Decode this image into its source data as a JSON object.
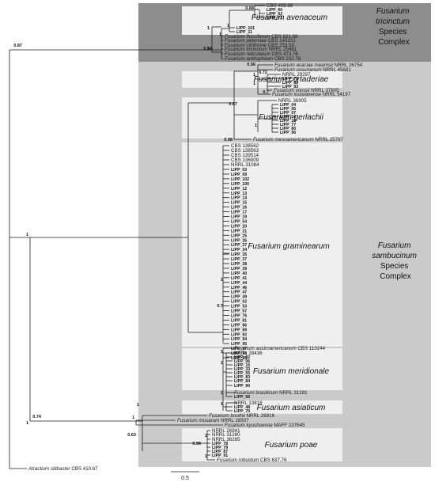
{
  "complexes": {
    "tricinctum": [
      "Fusarium",
      "tricinctum",
      "Species",
      "Complex"
    ],
    "sambucinum": [
      "Fusarium",
      "sambucinum",
      "Species",
      "Complex"
    ]
  },
  "clades": {
    "avenaceum": "Fusarium avenaceum",
    "cortaderiae": "Fusarium cortaderiae",
    "gerlachii": "Fusarium gerlachii",
    "graminearum": "Fusarium graminearum",
    "meridionale": "Fusarium meridionale",
    "asiaticum": "Fusarium asiaticum",
    "poae": "Fusarium poae"
  },
  "taxa": {
    "tricinctum": [
      {
        "sp": "",
        "id": "CBS 408.86"
      },
      {
        "sp": "",
        "id": "LIPP_60"
      },
      {
        "sp": "",
        "id": "LIPP_62"
      },
      {
        "sp": "",
        "id": "LIPP_72"
      },
      {
        "sp": "",
        "id": "LIPP_101"
      },
      {
        "sp": "",
        "id": "LIPP_11"
      },
      {
        "sp": "Fusarium flocciferum",
        "id": "CBS 821.68"
      },
      {
        "sp": "Fusarium petersiae",
        "id": "CBS 143231"
      },
      {
        "sp": "Fusarium citriforme",
        "id": "CBS 253.50"
      },
      {
        "sp": "Fusarium tricinctum",
        "id": "NRRL 25481"
      },
      {
        "sp": "Fusarium reticulatum",
        "id": "CBS 473.76"
      },
      {
        "sp": "Fusarium anthophilum",
        "id": "CBS 232.76"
      }
    ],
    "sambucinum_top": [
      {
        "sp": "Fusarium acaciae mearnsii",
        "id": "NRRL 26754"
      },
      {
        "sp": "Fusarium ussurianum",
        "id": "NRRL 45681"
      },
      {
        "sp": "",
        "id": "NRRL 29297"
      },
      {
        "sp": "",
        "id": "LIPP_75"
      },
      {
        "sp": "",
        "id": "LIPP_88"
      },
      {
        "sp": "",
        "id": "LIPP_93"
      },
      {
        "sp": "Fusarium vorosii",
        "id": "NRRL 37605"
      },
      {
        "sp": "Fusarium louisianense",
        "id": "NRRL 54197"
      },
      {
        "sp": "",
        "id": "NRRL 36905"
      },
      {
        "sp": "",
        "id": "LIPP_04"
      },
      {
        "sp": "",
        "id": "LIPP_05"
      },
      {
        "sp": "",
        "id": "LIPP_07"
      },
      {
        "sp": "",
        "id": "LIPP_10"
      },
      {
        "sp": "",
        "id": "LIPP_18"
      },
      {
        "sp": "",
        "id": "LIPP_77"
      },
      {
        "sp": "",
        "id": "LIPP_80"
      },
      {
        "sp": "",
        "id": "LIPP_96"
      },
      {
        "sp": "Fusarium mesoamericanum",
        "id": "NRRL 25797"
      }
    ],
    "graminearum_refs": [
      "CBS 138562",
      "CBS 138563",
      "CBS 139514",
      "CBS 136009",
      "NRRL 31084"
    ],
    "graminearum_lipp": [
      "LIPP_03",
      "LIPP_09",
      "LIPP_102",
      "LIPP_100",
      "LIPP_12",
      "LIPP_13",
      "LIPP_14",
      "LIPP_15",
      "LIPP_16",
      "LIPP_17",
      "LIPP_19",
      "LIPP_54",
      "LIPP_20",
      "LIPP_21",
      "LIPP_25",
      "LIPP_26",
      "LIPP_27",
      "LIPP_34",
      "LIPP_35",
      "LIPP_37",
      "LIPP_38",
      "LIPP_39",
      "LIPP_40",
      "LIPP_41",
      "LIPP_44",
      "LIPP_46",
      "LIPP_47",
      "LIPP_49",
      "LIPP_52",
      "LIPP_53",
      "LIPP_57",
      "LIPP_76",
      "LIPP_81",
      "LIPP_86",
      "LIPP_89",
      "LIPP_92",
      "LIPP_94",
      "LIPP_95",
      "LIPP_97",
      "LIPP_98",
      "LIPP_99"
    ],
    "sambucinum_bottom": [
      {
        "sp": "Fusarium austroamericanum",
        "id": "CBS 110244"
      },
      {
        "sp": "",
        "id": "NRRL 28436"
      },
      {
        "sp": "",
        "id": "LIPP_02"
      },
      {
        "sp": "",
        "id": "LIPP_06"
      },
      {
        "sp": "",
        "id": "LIPP_15"
      },
      {
        "sp": "",
        "id": "LIPP_33"
      },
      {
        "sp": "",
        "id": "LIPP_55"
      },
      {
        "sp": "",
        "id": "LIPP_83"
      },
      {
        "sp": "",
        "id": "LIPP_84"
      },
      {
        "sp": "",
        "id": "LIPP_90"
      },
      {
        "sp": "Fusarium brasilicum",
        "id": "NRRL 31281"
      },
      {
        "sp": "",
        "id": "LIPP_56"
      },
      {
        "sp": "",
        "id": "NRRL 13818"
      },
      {
        "sp": "",
        "id": "LIPP_48"
      },
      {
        "sp": "",
        "id": "LIPP_70"
      },
      {
        "sp": "Fusarium boothii",
        "id": "NRRL 26916"
      },
      {
        "sp": "Fusarium musarum",
        "id": "NRRL 28507"
      },
      {
        "sp": "Fusarium kyushuense",
        "id": "MAFF 237645"
      },
      {
        "sp": "",
        "id": "NRRL 26941"
      },
      {
        "sp": "",
        "id": "NRRL 31280"
      },
      {
        "sp": "",
        "id": "NRRL 36285"
      },
      {
        "sp": "",
        "id": "LIPP_78"
      },
      {
        "sp": "",
        "id": "LIPP_79"
      },
      {
        "sp": "",
        "id": "LIPP_87"
      },
      {
        "sp": "",
        "id": "LIPP_91"
      },
      {
        "sp": "Fusarium robustum",
        "id": "CBS 637.76"
      }
    ],
    "outgroup": {
      "sp": "Atractium stilbaster",
      "id": "CBS 410.67"
    }
  },
  "support": [
    "0.87",
    "1",
    "0.54",
    "1",
    "1",
    "0.68",
    "1",
    "1",
    "0.74",
    "0.56",
    "1",
    "0.72",
    "1",
    "0.7",
    "0.87",
    "1",
    "0.98",
    "1",
    "0.7",
    "1",
    "1",
    "1",
    "1",
    "1",
    "1",
    "1",
    "0.63",
    "0.98",
    "1",
    "1",
    "0.99",
    "1",
    "1",
    "1"
  ],
  "scale_label": "0.5"
}
